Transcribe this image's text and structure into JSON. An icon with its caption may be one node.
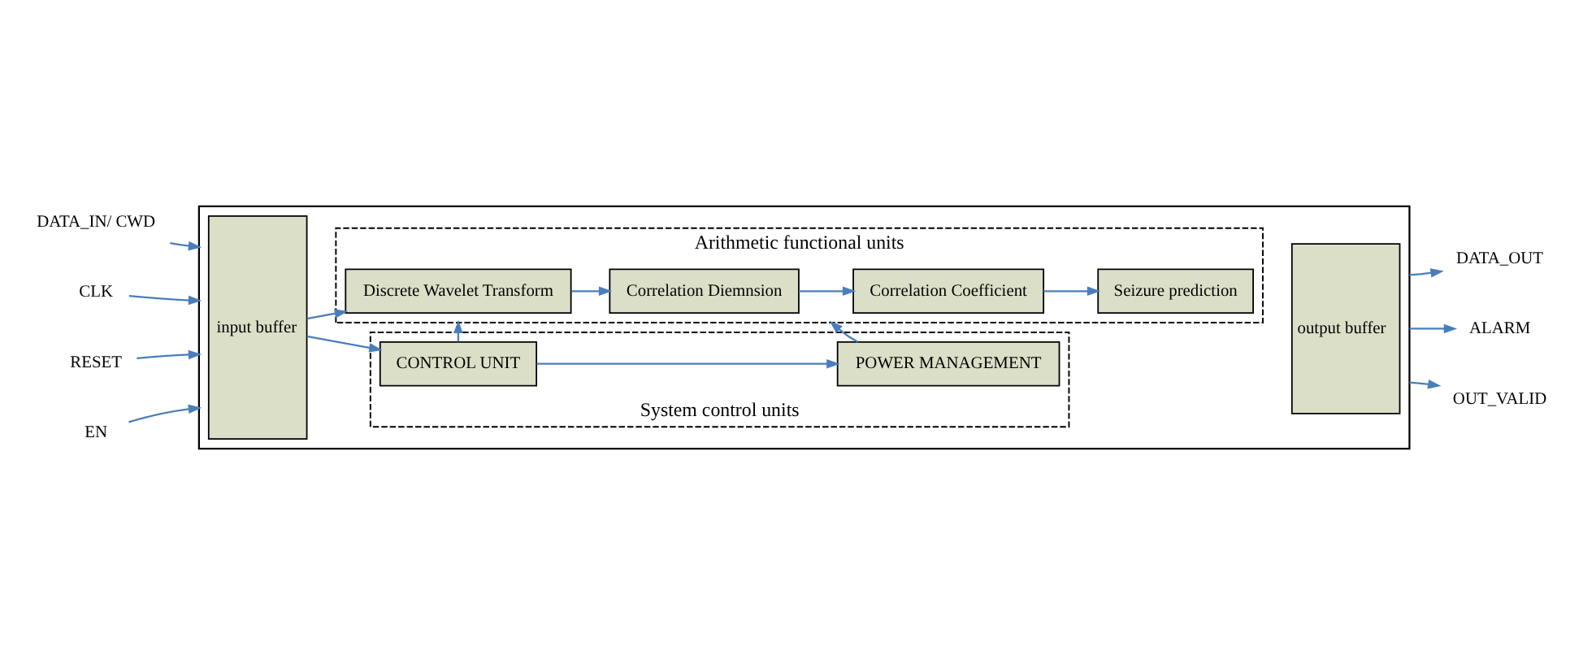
{
  "diagram": {
    "nodes": [
      {
        "text": [],
        "shape": "box"
      },
      {
        "text": [
          "DATA_IN/ CWD"
        ]
      },
      {
        "text": [
          "CLK"
        ]
      },
      {
        "text": [
          "RESET"
        ]
      },
      {
        "text": [
          "EN"
        ]
      },
      {
        "text": [
          "input buffer"
        ],
        "in": 0
      },
      {
        "text": [
          "Arithmetic functional units"
        ],
        "in": 0
      },
      {
        "text": [
          "Discrete Wavelet Transform"
        ],
        "in": 6
      },
      {
        "text": [
          "Correlation Diemnsion"
        ],
        "in": 6
      },
      {
        "text": [
          "Correlation Coefficient"
        ],
        "in": 6
      },
      {
        "text": [
          "Seizure prediction"
        ],
        "in": 6
      },
      {
        "text": [
          "System control units"
        ],
        "in": 0
      },
      {
        "text": [
          "CONTROL UNIT"
        ],
        "in": 11
      },
      {
        "text": [
          "POWER MANAGEMENT"
        ],
        "in": 11
      },
      {
        "text": [
          "output buffer"
        ],
        "in": 0
      },
      {
        "text": [
          "DATA_OUT"
        ]
      },
      {
        "text": [
          "ALARM"
        ]
      },
      {
        "text": [
          "OUT_VALID"
        ]
      }
    ],
    "edges": [
      {
        "from": 1,
        "to": 0,
        "arrow": "to"
      },
      {
        "from": 2,
        "to": 0,
        "arrow": "to"
      },
      {
        "from": 3,
        "to": 0,
        "arrow": "to"
      },
      {
        "from": 4,
        "to": 0,
        "arrow": "to"
      },
      {
        "from": 5,
        "to": 7,
        "arrow": "to"
      },
      {
        "from": 7,
        "to": 8,
        "arrow": "to"
      },
      {
        "from": 8,
        "to": 9,
        "arrow": "to"
      },
      {
        "from": 9,
        "to": 10,
        "arrow": "to"
      },
      {
        "from": 5,
        "to": 12,
        "arrow": "to"
      },
      {
        "from": 12,
        "to": 13,
        "arrow": "to"
      },
      {
        "from": 12,
        "to": 6,
        "arrow": "to"
      },
      {
        "from": 13,
        "to": 6,
        "arrow": "to"
      },
      {
        "from": 0,
        "to": 15,
        "arrow": "to"
      },
      {
        "from": 0,
        "to": 16,
        "arrow": "to"
      },
      {
        "from": 0,
        "to": 17,
        "arrow": "to"
      }
    ]
  }
}
